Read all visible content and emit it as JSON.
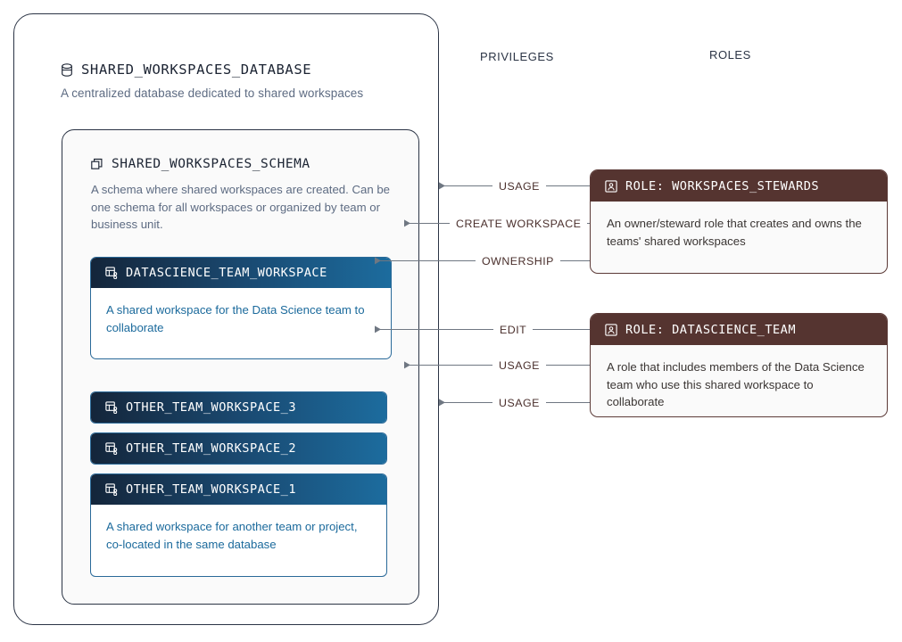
{
  "columns": {
    "privileges": "PRIVILEGES",
    "roles": "ROLES"
  },
  "database": {
    "icon": "database-cylinder-icon",
    "title": "SHARED_WORKSPACES_DATABASE",
    "description": "A centralized database dedicated to shared workspaces"
  },
  "schema": {
    "icon": "stacked-boxes-icon",
    "title": "SHARED_WORKSPACES_SCHEMA",
    "description": "A schema where shared workspaces are created. Can be one schema for all workspaces or organized by team or business unit."
  },
  "workspaces": [
    {
      "icon": "shared-workspace-icon",
      "title": "DATASCIENCE_TEAM_WORKSPACE",
      "description": "A shared workspace for the Data Science team to collaborate"
    },
    {
      "icon": "shared-workspace-icon",
      "title": "OTHER_TEAM_WORKSPACE_3",
      "description": ""
    },
    {
      "icon": "shared-workspace-icon",
      "title": "OTHER_TEAM_WORKSPACE_2",
      "description": ""
    },
    {
      "icon": "shared-workspace-icon",
      "title": "OTHER_TEAM_WORKSPACE_1",
      "description": "A shared workspace for another team or project, co-located in the same database"
    }
  ],
  "roles": [
    {
      "icon": "role-badge-icon",
      "title": "ROLE:  WORKSPACES_STEWARDS",
      "description": "An owner/steward role that creates and owns the teams' shared workspaces"
    },
    {
      "icon": "role-badge-icon",
      "title": "ROLE:  DATASCIENCE_TEAM",
      "description": "A role that includes members of the Data Science team who use this shared workspace to collaborate"
    }
  ],
  "privileges": [
    {
      "label": "USAGE"
    },
    {
      "label": "CREATE WORKSPACE"
    },
    {
      "label": "OWNERSHIP"
    },
    {
      "label": "EDIT"
    },
    {
      "label": "USAGE"
    },
    {
      "label": "USAGE"
    }
  ],
  "colors": {
    "database_border": "#2b3445",
    "schema_border": "#2b3445",
    "workspace_header_start": "#14253a",
    "workspace_header_end": "#1c6c9e",
    "workspace_text": "#1b6a9c",
    "role_header": "#553430",
    "role_text": "#3b3634",
    "connector": "#6f7782",
    "label_text": "#4a2f2c",
    "muted_text": "#5d6b82"
  }
}
